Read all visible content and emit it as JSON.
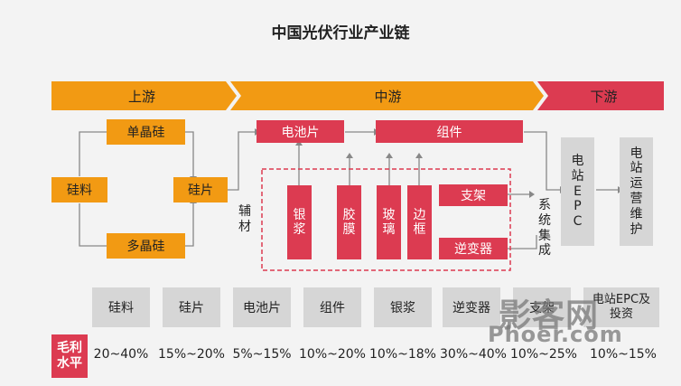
{
  "title": "中国光伏行业产业链",
  "stages": {
    "upstream": "上游",
    "midstream": "中游",
    "downstream": "下游"
  },
  "upstream": {
    "silicon_material": "硅料",
    "mono": "单晶硅",
    "poly": "多晶硅",
    "wafer": "硅片"
  },
  "midstream": {
    "cell": "电池片",
    "module": "组件",
    "auxiliary": "辅材",
    "aux_items": [
      "银浆",
      "胶膜",
      "玻璃",
      "边框"
    ],
    "bracket": "支架",
    "inverter": "逆变器",
    "system_integration": "系统集成"
  },
  "downstream": {
    "epc": "电站EPC",
    "om": "电站运营维护"
  },
  "table": {
    "headers": [
      "硅料",
      "硅片",
      "电池片",
      "组件",
      "银浆",
      "逆变器",
      "支架",
      "电站EPC及投资"
    ],
    "row_label": "毛利水平",
    "margins": [
      "20~40%",
      "15%~20%",
      "5%~15%",
      "10%~20%",
      "10%~18%",
      "30%~40%",
      "10%~25%",
      "10%~15%"
    ]
  },
  "watermark": {
    "top": "影客网",
    "bottom": "Phoer.com"
  },
  "colors": {
    "upstream": "#f29a13",
    "midstream": "#f29a13",
    "downstream": "#dc3b51",
    "box_red": "#dc3b51",
    "grey": "#d6d6d6"
  }
}
